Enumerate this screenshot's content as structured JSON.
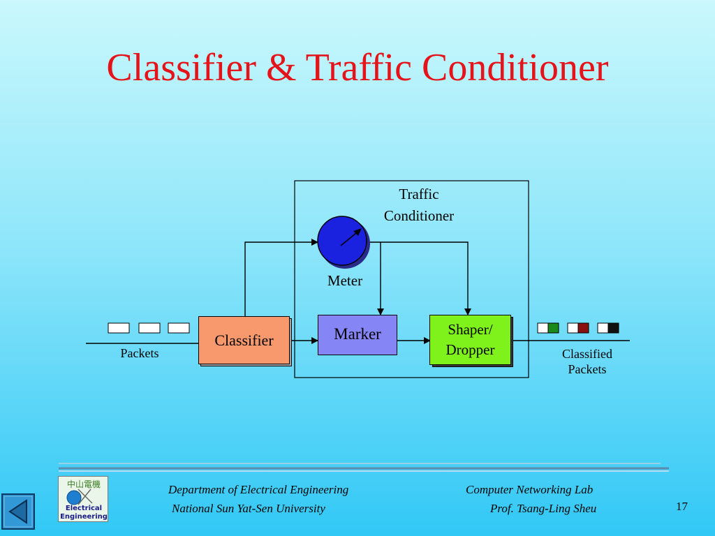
{
  "slide": {
    "title": "Classifier & Traffic Conditioner",
    "page_number": "17"
  },
  "diagram": {
    "traffic_conditioner_label_line1": "Traffic",
    "traffic_conditioner_label_line2": "Conditioner",
    "meter_label": "Meter",
    "marker_label": "Marker",
    "classifier_label": "Classifier",
    "shaper_label_line1": "Shaper/",
    "shaper_label_line2": "Dropper",
    "packets_label": "Packets",
    "classified_packets_line1": "Classified",
    "classified_packets_line2": "Packets",
    "classified_packet_colors": [
      "#1a8a1a",
      "#8a1010",
      "#111111"
    ],
    "colors": {
      "classifier_fill": "#f7996c",
      "marker_fill": "#8585f5",
      "shaper_fill": "#7ef21a",
      "meter_fill": "#1a22e0"
    }
  },
  "footer": {
    "dept_line1": "Department of Electrical Engineering",
    "dept_line2": "National Sun Yat-Sen University",
    "lab_line1": "Computer Networking Lab",
    "lab_line2": "Prof. Tsang-Ling Sheu",
    "logo_chinese": "中山電機",
    "logo_text_line1": "Electrical",
    "logo_text_line2": "Engineering"
  }
}
